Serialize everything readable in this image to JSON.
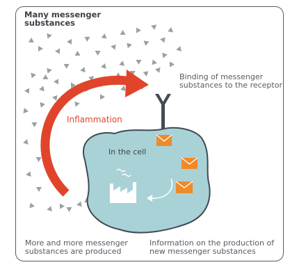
{
  "labels": {
    "title": "Many messenger substances",
    "binding": "Binding of messenger substances to the receptor",
    "inflammation": "Inflammation",
    "in_cell": "In the cell",
    "more_produced": "More and more messenger substances are produced",
    "info_production": "Information on the production of new messenger substances"
  },
  "colors": {
    "cell_fill": "#a9d2d7",
    "cell_stroke": "#3f4a52",
    "arrow_red": "#e0452c",
    "envelope": "#ef8a2a",
    "triangle": "#9aa0a6",
    "receptor": "#434b53",
    "factory": "#ffffff"
  }
}
